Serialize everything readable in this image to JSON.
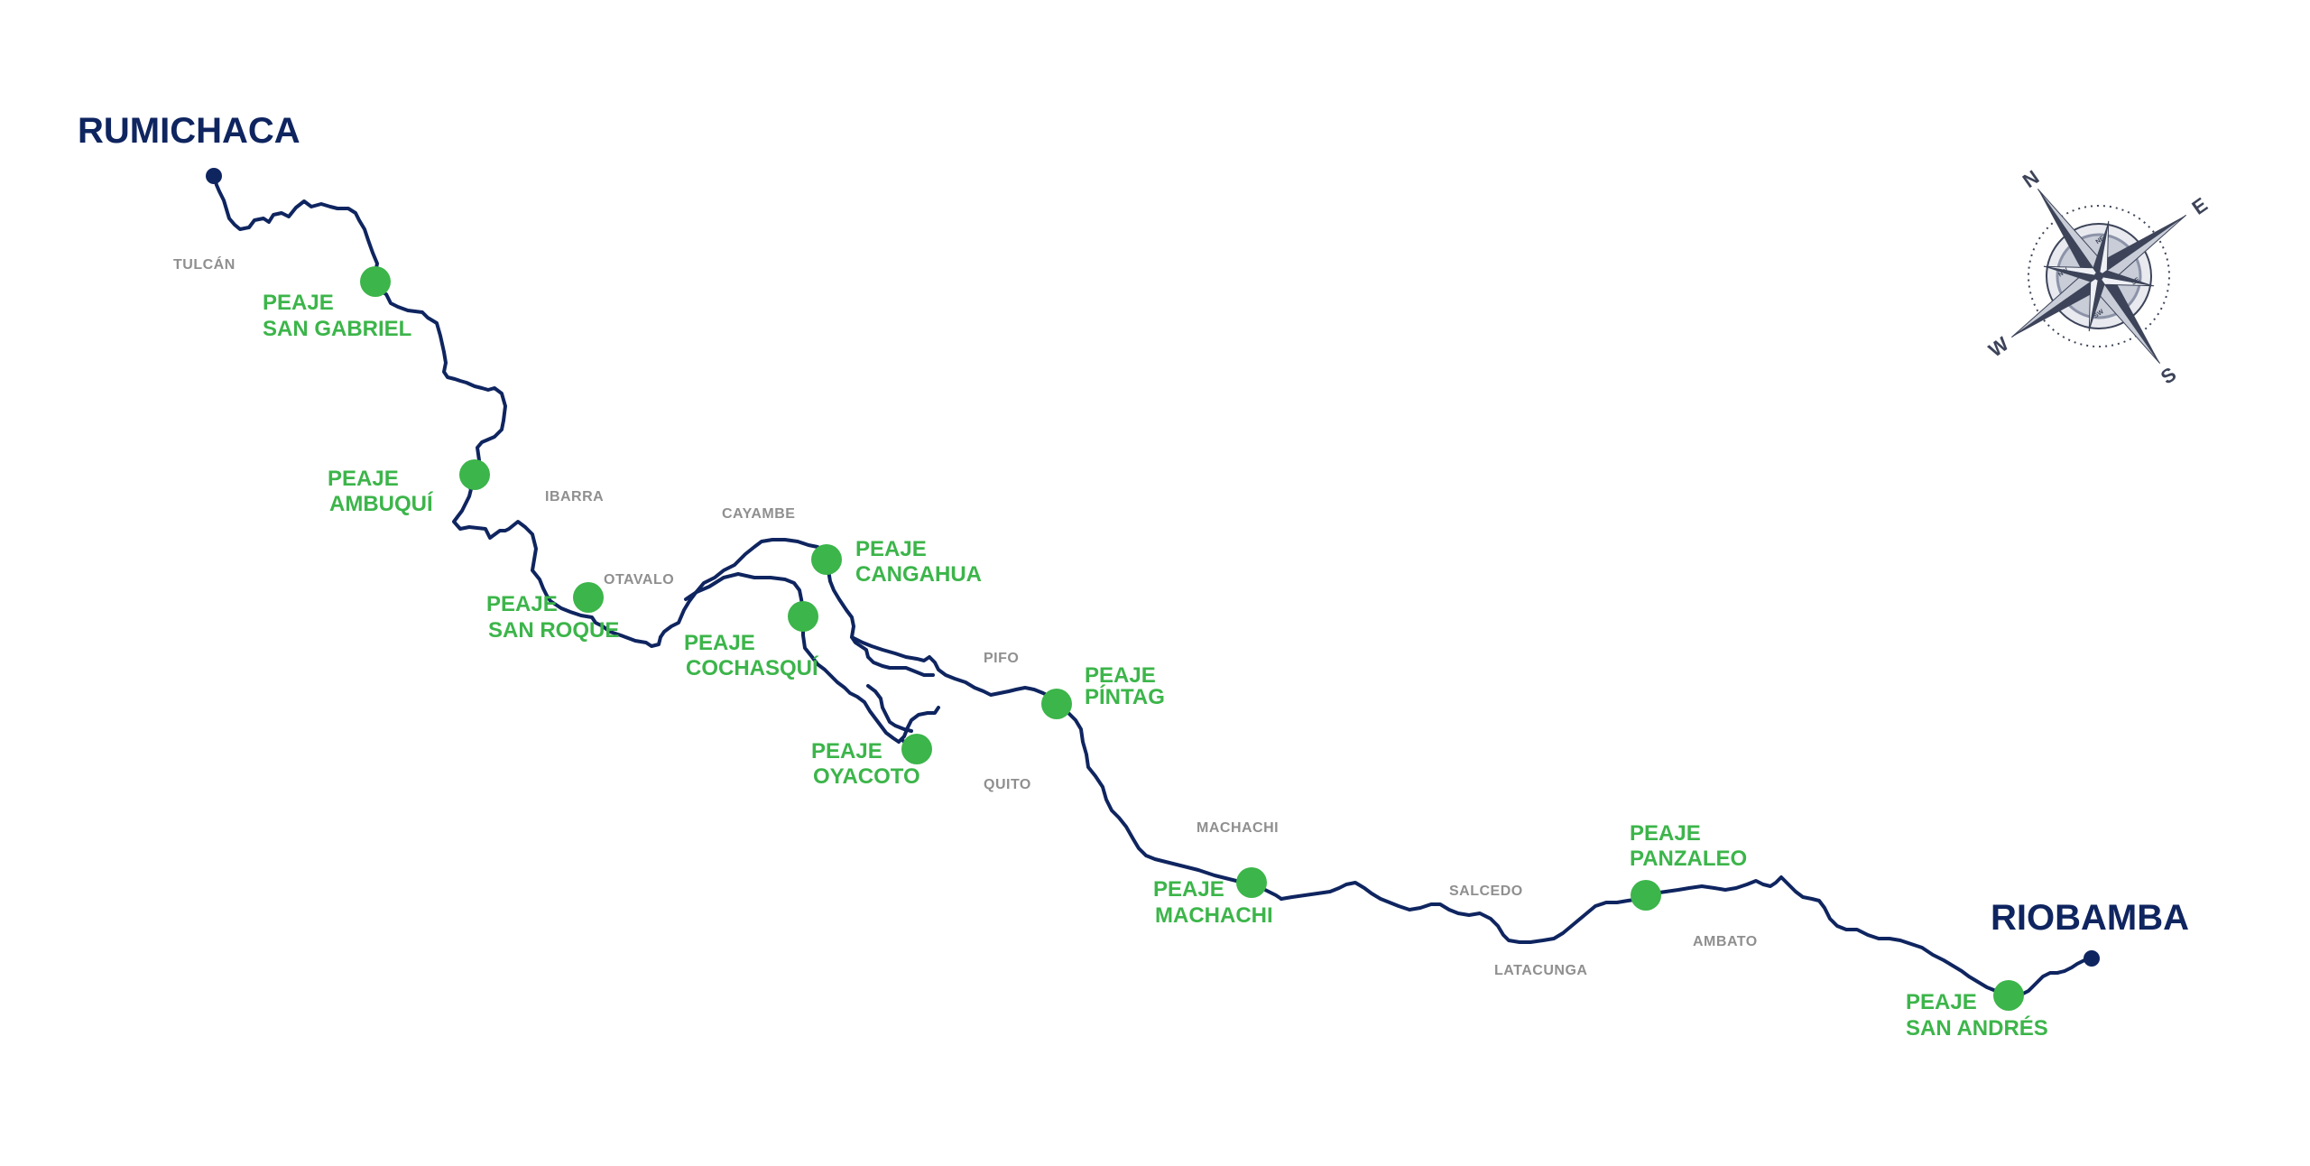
{
  "colors": {
    "route": "#0f2560",
    "toll": "#3cb54a",
    "city": "#8f8f8f",
    "endpoint": "#0f2560",
    "compass_dark": "#3d4459",
    "compass_light": "#c9cdd8"
  },
  "endpoints": {
    "start": {
      "name": "RUMICHACA"
    },
    "end": {
      "name": "RIOBAMBA"
    }
  },
  "cities": {
    "tulcan": "TULCÁN",
    "ibarra": "IBARRA",
    "otavalo": "OTAVALO",
    "cayambe": "CAYAMBE",
    "pifo": "PIFO",
    "quito": "QUITO",
    "machachi": "MACHACHI",
    "salcedo": "SALCEDO",
    "latacunga": "LATACUNGA",
    "ambato": "AMBATO"
  },
  "tolls": {
    "san_gabriel": {
      "line1": "PEAJE",
      "line2": "SAN GABRIEL"
    },
    "ambuqui": {
      "line1": "PEAJE",
      "line2": "AMBUQUÍ"
    },
    "san_roque": {
      "line1": "PEAJE",
      "line2": "SAN ROQUE"
    },
    "cochasqui": {
      "line1": "PEAJE",
      "line2": "COCHASQUÍ"
    },
    "cangahua": {
      "line1": "PEAJE",
      "line2": "CANGAHUA"
    },
    "oyacoto": {
      "line1": "PEAJE",
      "line2": "OYACOTO"
    },
    "pintag": {
      "line1": "PEAJE",
      "line2": "PÍNTAG"
    },
    "machachi": {
      "line1": "PEAJE",
      "line2": "MACHACHI"
    },
    "panzaleo": {
      "line1": "PEAJE",
      "line2": "PANZALEO"
    },
    "san_andres": {
      "line1": "PEAJE",
      "line2": "SAN ANDRÉS"
    }
  },
  "compass": {
    "n": "N",
    "s": "S",
    "e": "E",
    "w": "W",
    "ne": "NE",
    "se": "SE",
    "sw": "SW",
    "nw": "NW"
  }
}
